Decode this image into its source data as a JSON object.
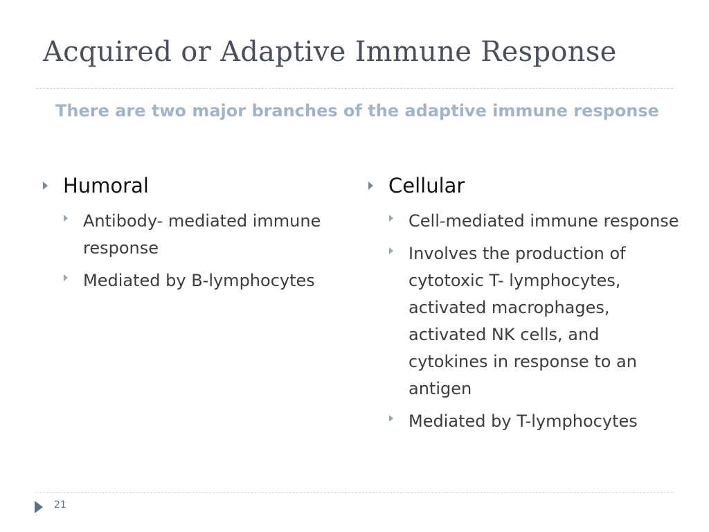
{
  "slide": {
    "title": "Acquired or Adaptive Immune Response",
    "subtitle": "There are two major branches of the adaptive immune response",
    "columns": [
      {
        "heading": "Humoral",
        "items": [
          "Antibody- mediated immune response",
          "Mediated by B-lymphocytes"
        ]
      },
      {
        "heading": "Cellular",
        "items": [
          "Cell-mediated immune response",
          "Involves the production of cytotoxic T- lymphocytes, activated macrophages, activated NK cells, and cytokines in response to an antigen",
          "Mediated by T-lymphocytes"
        ]
      }
    ],
    "page_number": "21"
  },
  "icons": {
    "bullet": "arrow-bullet-icon",
    "footer": "triangle-arrow-icon"
  },
  "colors": {
    "title": "#4a4f5c",
    "subtitle": "#a2b5c8",
    "heading": "#111111",
    "body": "#3c3c3c",
    "accent": "#5d6f8c",
    "rule": "#c5ced6"
  }
}
